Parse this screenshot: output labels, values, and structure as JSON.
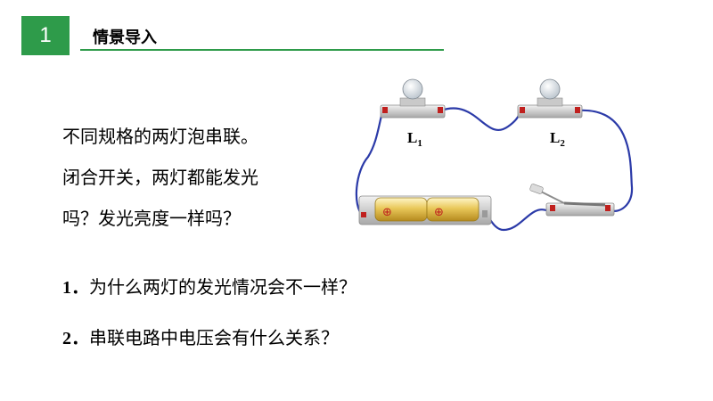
{
  "header": {
    "number": "1",
    "title": "情景导入",
    "accent_color": "#2e9b4a"
  },
  "intro": {
    "lines": [
      "不同规格的两灯泡串联。",
      "闭合开关，两灯都能发光",
      "吗？发光亮度一样吗？"
    ]
  },
  "questions": [
    {
      "num": "1．",
      "text": "为什么两灯的发光情况会不一样？"
    },
    {
      "num": "2．",
      "text": "串联电路中电压会有什么关系？"
    }
  ],
  "circuit": {
    "lamp1": {
      "letter": "L",
      "sub": "1"
    },
    "lamp2": {
      "letter": "L",
      "sub": "2"
    },
    "battery_marks": [
      "⊕",
      "⊕"
    ],
    "wire_color": "#2b3aa8"
  }
}
